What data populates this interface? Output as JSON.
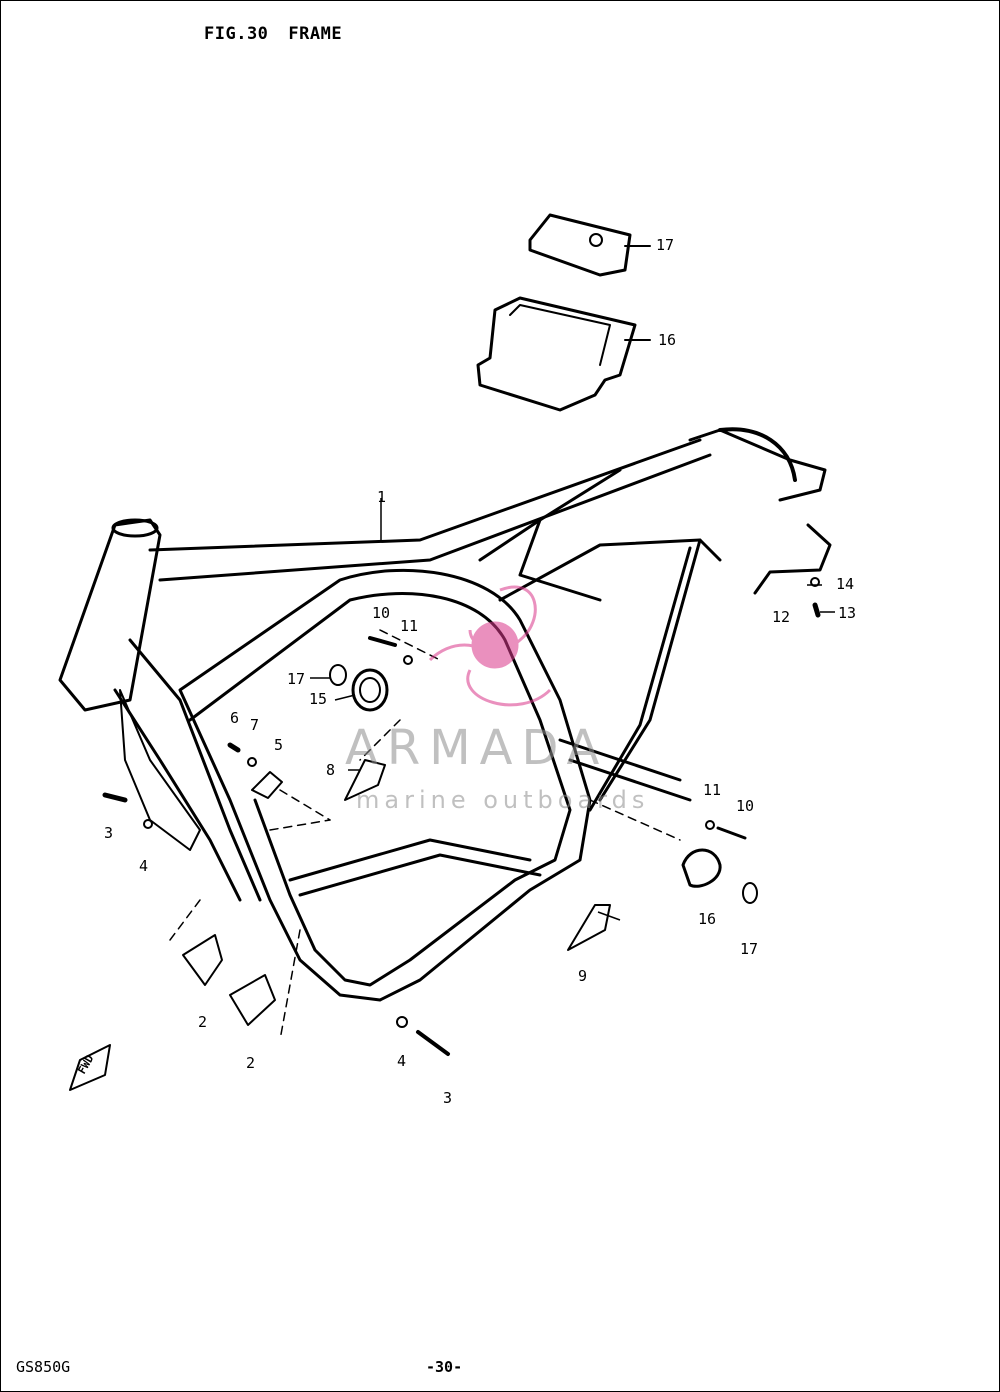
{
  "figure": {
    "number": "FIG.30",
    "title": "FRAME"
  },
  "footer": {
    "model": "GS850G",
    "page": "-30-"
  },
  "watermark": {
    "brand": "ARMADA",
    "tagline": "marine outboards",
    "color": "#d9378a"
  },
  "labels": {
    "l17_top": "17",
    "l16_top": "16",
    "l1": "1",
    "l14": "14",
    "l13": "13",
    "l12": "12",
    "l10_left": "10",
    "l11_left": "11",
    "l17_left": "17",
    "l15": "15",
    "l6": "6",
    "l7": "7",
    "l5": "5",
    "l8": "8",
    "l3_left": "3",
    "l4_left": "4",
    "l2_a": "2",
    "l2_b": "2",
    "l4_bottom": "4",
    "l3_bottom": "3",
    "l11_right": "11",
    "l10_right": "10",
    "l16_right": "16",
    "l17_right": "17",
    "l9": "9"
  },
  "fwd_arrow": "FWD"
}
